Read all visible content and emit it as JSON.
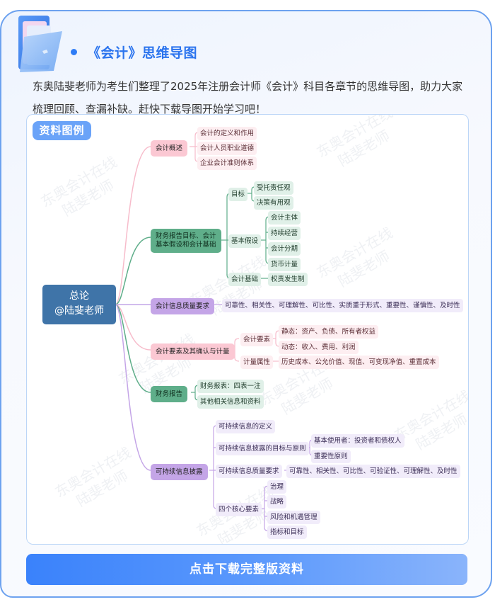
{
  "header": {
    "title": "《会计》思维导图",
    "intro": "东奥陆斐老师为考生们整理了2025年注册会计师《会计》科目各章节的思维导图，助力大家梳理回顾、查漏补缺。赶快下载导图开始学习吧！",
    "icon": "folder-icon"
  },
  "mindmap": {
    "badge": "资料图例",
    "root": {
      "line1": "总论",
      "line2": "@陆斐老师"
    },
    "watermark": {
      "line1": "东奥会计在线",
      "line2": "陆斐老师"
    },
    "colors": {
      "root": "#3f74a8",
      "pink": "#fbc8d3",
      "green": "#5fae8a",
      "purple": "#c4a5e7"
    },
    "branches": {
      "b1": {
        "label": "会计概述",
        "children": [
          "会计的定义和作用",
          "会计人员职业道德",
          "企业会计准则体系"
        ]
      },
      "b2": {
        "label_line1": "财务报告目标、会计",
        "label_line2": "基本假设和会计基础",
        "goal": {
          "label": "目标",
          "children": [
            "受托责任观",
            "决策有用观"
          ]
        },
        "assumption": {
          "label": "基本假设",
          "children": [
            "会计主体",
            "持续经营",
            "会计分期",
            "货币计量"
          ]
        },
        "basis": {
          "label": "会计基础",
          "children": [
            "权责发生制"
          ]
        }
      },
      "b3": {
        "label": "会计信息质量要求",
        "detail": "可靠性、相关性、可理解性、可比性、实质重于形式、重要性、谨慎性、及时性"
      },
      "b4": {
        "label": "会计要素及其确认与计量",
        "elements": {
          "label": "会计要素",
          "children": [
            "静态：资产、负债、所有者权益",
            "动态：收入、费用、利润"
          ]
        },
        "measurement": {
          "label": "计量属性",
          "detail": "历史成本、公允价值、现值、可变现净值、重置成本"
        }
      },
      "b5": {
        "label": "财务报告",
        "children": [
          "财务报表：四表一注",
          "其他相关信息和资料"
        ]
      },
      "b6": {
        "label": "可持续信息披露",
        "definition": "可持续信息的定义",
        "goals": {
          "label": "可持续信息披露的目标与原则",
          "children": [
            "基本使用者：投资者和债权人",
            "重要性原则"
          ]
        },
        "quality": {
          "label": "可持续信息质量要求",
          "detail": "可靠性、相关性、可比性、可验证性、可理解性、及时性"
        },
        "core": {
          "label": "四个核心要素",
          "children": [
            "治理",
            "战略",
            "风险和机遇管理",
            "指标和目标"
          ]
        }
      }
    }
  },
  "footer": {
    "download_label": "点击下载完整版资料"
  }
}
